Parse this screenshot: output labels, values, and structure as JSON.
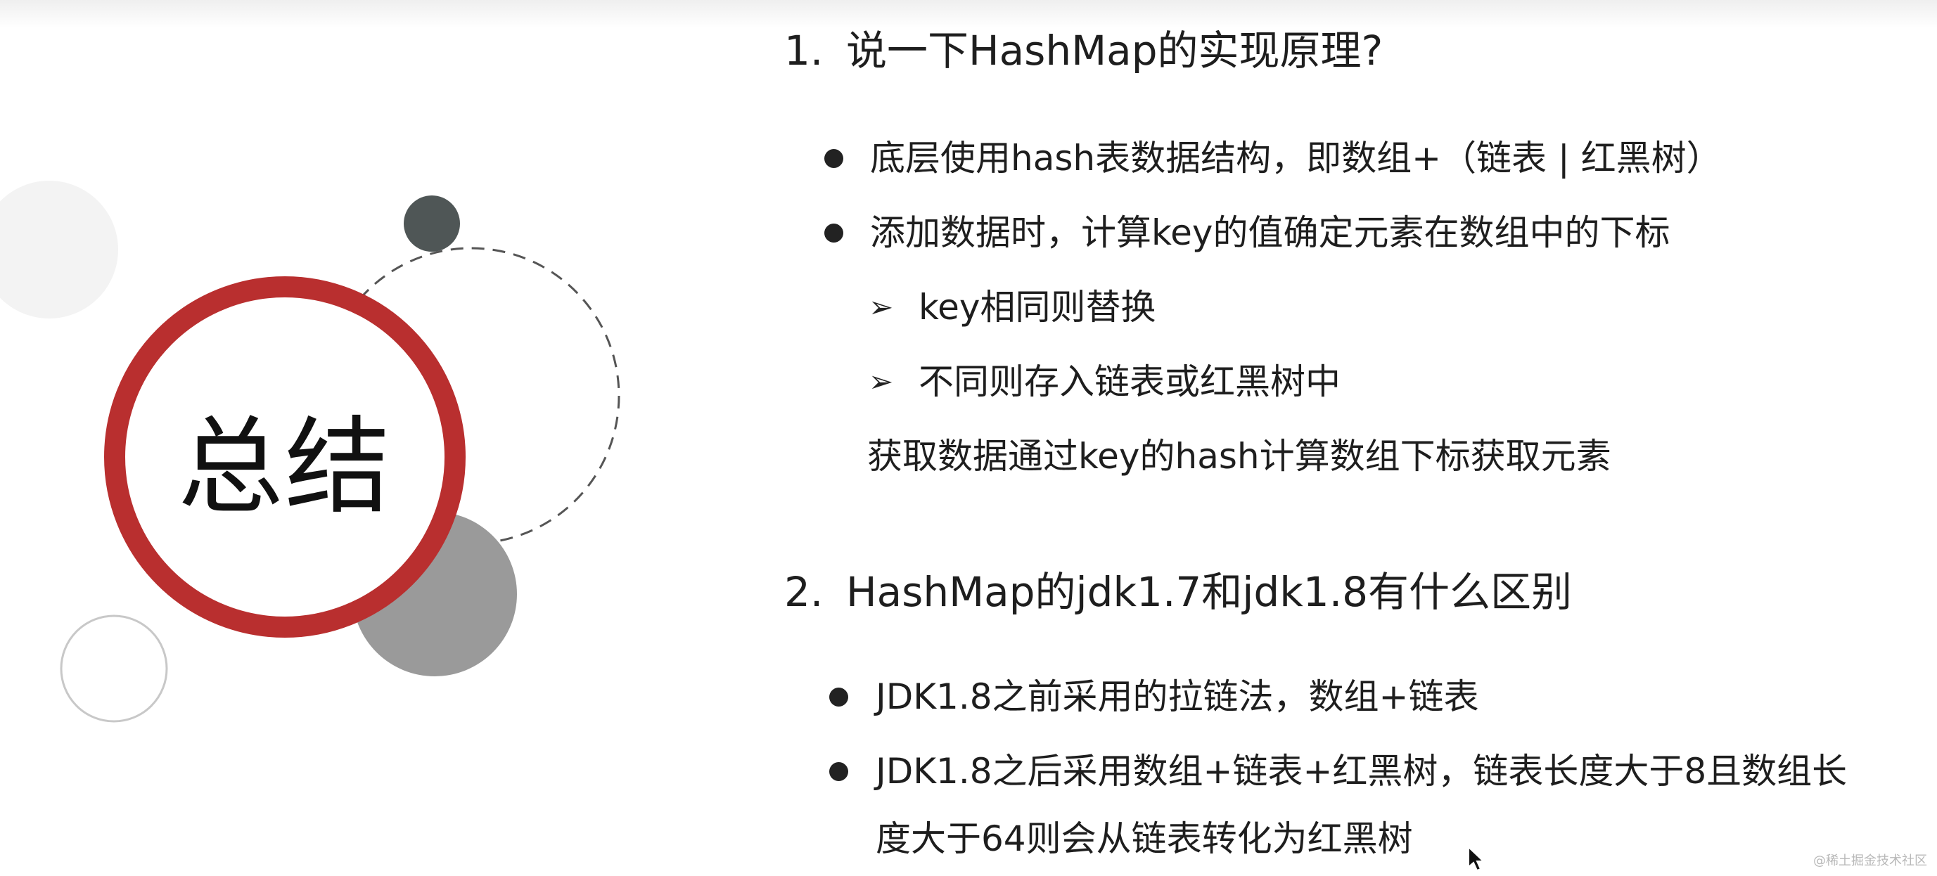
{
  "summary": {
    "title": "总结"
  },
  "questions": [
    {
      "number": "1.",
      "title": "说一下HashMap的实现原理?",
      "bullets": [
        "底层使用hash表数据结构，即数组+（链表 | 红黑树）",
        "添加数据时，计算key的值确定元素在数组中的下标"
      ],
      "subitems": [
        "key相同则替换",
        "不同则存入链表或红黑树中"
      ],
      "note": "获取数据通过key的hash计算数组下标获取元素"
    },
    {
      "number": "2.",
      "title": "HashMap的jdk1.7和jdk1.8有什么区别",
      "bullets": [
        "JDK1.8之前采用的拉链法，数组+链表",
        "JDK1.8之后采用数组+链表+红黑树，链表长度大于8且数组长",
        "度大于64则会从链表转化为红黑树"
      ]
    }
  ],
  "watermark": "@稀土掘金技术社区",
  "colors": {
    "ring": "#b92f2f",
    "dark_circle": "#4f5656",
    "gray_circle": "#9a9a9a",
    "pale_circle": "#f3f3f3"
  }
}
